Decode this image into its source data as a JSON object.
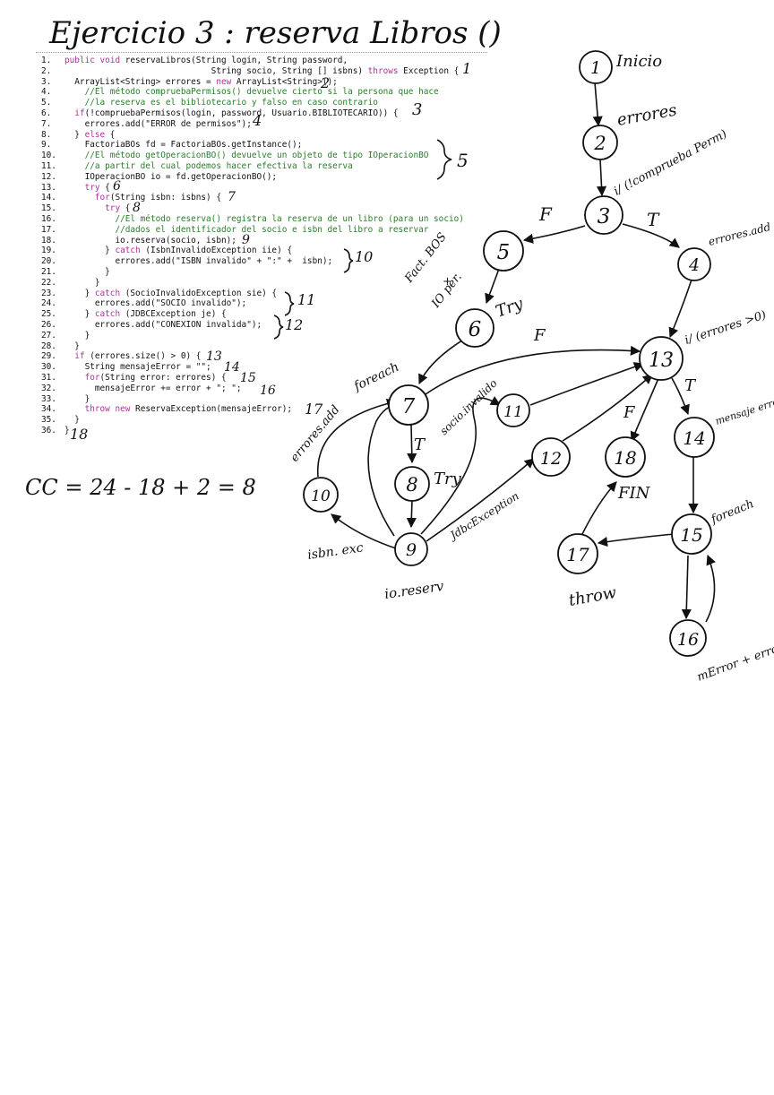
{
  "title": "Ejercicio 3 : reserva Libros ()",
  "code": {
    "lines": [
      {
        "n": "1.",
        "t": "public void reservaLibros(String login, String password,",
        "c": false
      },
      {
        "n": "2.",
        "t": "                             String socio, String [] isbns) throws Exception {",
        "c": false
      },
      {
        "n": "3.",
        "t": "  ArrayList<String> errores = new ArrayList<String>();",
        "c": false
      },
      {
        "n": "4.",
        "t": "    //El método compruebaPermisos() devuelve cierto si la persona que hace",
        "c": true
      },
      {
        "n": "5.",
        "t": "    //la reserva es el bibliotecario y falso en caso contrario",
        "c": true
      },
      {
        "n": "6.",
        "t": "  if(!compruebaPermisos(login, password, Usuario.BIBLIOTECARIO)) {",
        "c": false
      },
      {
        "n": "7.",
        "t": "    errores.add(\"ERROR de permisos\");",
        "c": false
      },
      {
        "n": "8.",
        "t": "  } else {",
        "c": false
      },
      {
        "n": "9.",
        "t": "    FactoriaBOs fd = FactoriaBOs.getInstance();",
        "c": false
      },
      {
        "n": "10.",
        "t": "    //El método getOperacionBO() devuelve un objeto de tipo IOperacionBO",
        "c": true
      },
      {
        "n": "11.",
        "t": "    //a partir del cual podemos hacer efectiva la reserva",
        "c": true
      },
      {
        "n": "12.",
        "t": "    IOperacionBO io = fd.getOperacionBO();",
        "c": false
      },
      {
        "n": "13.",
        "t": "    try {",
        "c": false
      },
      {
        "n": "14.",
        "t": "      for(String isbn: isbns) {",
        "c": false
      },
      {
        "n": "15.",
        "t": "        try {",
        "c": false
      },
      {
        "n": "16.",
        "t": "          //El método reserva() registra la reserva de un libro (para un socio)",
        "c": true
      },
      {
        "n": "17.",
        "t": "          //dados el identificador del socio e isbn del libro a reservar",
        "c": true
      },
      {
        "n": "18.",
        "t": "          io.reserva(socio, isbn);",
        "c": false
      },
      {
        "n": "19.",
        "t": "        } catch (IsbnInvalidoException iie) {",
        "c": false
      },
      {
        "n": "20.",
        "t": "          errores.add(\"ISBN invalido\" + \":\" +  isbn);",
        "c": false
      },
      {
        "n": "21.",
        "t": "        }",
        "c": false
      },
      {
        "n": "22.",
        "t": "      }",
        "c": false
      },
      {
        "n": "23.",
        "t": "    } catch (SocioInvalidoException sie) {",
        "c": false
      },
      {
        "n": "24.",
        "t": "      errores.add(\"SOCIO invalido\");",
        "c": false
      },
      {
        "n": "25.",
        "t": "    } catch (JDBCException je) {",
        "c": false
      },
      {
        "n": "26.",
        "t": "      errores.add(\"CONEXION invalida\");",
        "c": false
      },
      {
        "n": "27.",
        "t": "    }",
        "c": false
      },
      {
        "n": "28.",
        "t": "  }",
        "c": false
      },
      {
        "n": "29.",
        "t": "  if (errores.size() > 0) {",
        "c": false
      },
      {
        "n": "30.",
        "t": "    String mensajeError = \"\";",
        "c": false
      },
      {
        "n": "31.",
        "t": "    for(String error: errores) {",
        "c": false
      },
      {
        "n": "32.",
        "t": "      mensajeError += error + \"; \";",
        "c": false
      },
      {
        "n": "33.",
        "t": "    }",
        "c": false
      },
      {
        "n": "34.",
        "t": "    throw new ReservaException(mensajeError);",
        "c": false
      },
      {
        "n": "35.",
        "t": "  }",
        "c": false
      },
      {
        "n": "36.",
        "t": "}",
        "c": false
      }
    ],
    "margin_numbers": [
      "1",
      "2",
      "3",
      "4",
      "5",
      "6",
      "7",
      "8",
      "9",
      "10",
      "11",
      "12",
      "13",
      "14",
      "15",
      "16",
      "17",
      "18"
    ]
  },
  "formula": "CC = 24 - 18 + 2 = 8",
  "nodes": [
    "1",
    "2",
    "3",
    "4",
    "5",
    "6",
    "7",
    "8",
    "9",
    "10",
    "11",
    "12",
    "13",
    "14",
    "15",
    "16",
    "17",
    "18"
  ],
  "labels": {
    "inicio": "Inicio",
    "errores": "errores",
    "if_comprueba": "i/ (!comprueba Perm)",
    "f3": "F",
    "t3": "T",
    "errores_add_4": "errores.add",
    "fact_bos": "Fact. BOS",
    "plus": "+",
    "io_oper": "IO per.",
    "try6": "Try",
    "foreach7": "foreach",
    "f7": "F",
    "t7": "T",
    "try8": "Try",
    "errores_add_10": "errores.add",
    "isbn_exc": "isbn. exc",
    "io_reserv": "io.reserv",
    "socio_invalido": "socio.invalido",
    "jdbc_exception": "JdbcException",
    "if_errores": "i/ (errores >0)",
    "f13": "F",
    "t13": "T",
    "mensaje_error": "mensaje error",
    "fin": "FIN",
    "foreach15": "foreach",
    "throw": "throw",
    "merror_error": "mError + error"
  }
}
